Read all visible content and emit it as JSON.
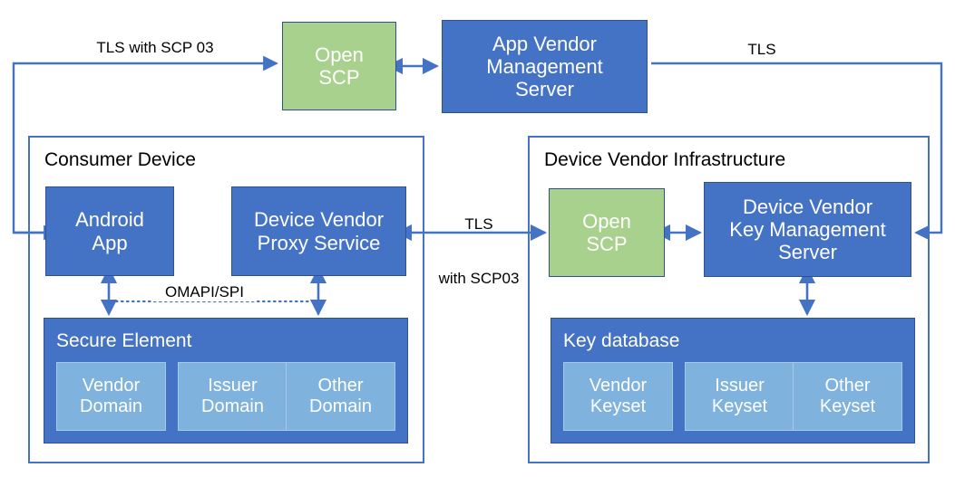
{
  "diagram": {
    "title_hidden": "",
    "accent_blue": "#4472C4",
    "accent_green": "#A9D18E",
    "sub_blue": "#7FB3DE",
    "border_dark": "#2F528F",
    "panels": [
      {
        "name": "consumer-device",
        "label": "Consumer Device"
      },
      {
        "name": "device-vendor-infrastructure",
        "label": "Device Vendor Infrastructure"
      }
    ],
    "boxes": {
      "open_scp_top": "Open\nSCP",
      "open_scp_top_l1": "Open",
      "open_scp_top_l2": "SCP",
      "app_vendor_l1": "App Vendor",
      "app_vendor_l2": "Management",
      "app_vendor_l3": "Server",
      "android_app_l1": "Android",
      "android_app_l2": "App",
      "proxy_service_l1": "Device Vendor",
      "proxy_service_l2": "Proxy Service",
      "open_scp_right_l1": "Open",
      "open_scp_right_l2": "SCP",
      "kms_l1": "Device Vendor",
      "kms_l2": "Key Management",
      "kms_l3": "Server",
      "secure_element": "Secure Element",
      "key_database": "Key database"
    },
    "secure_element_children": [
      {
        "l1": "Vendor",
        "l2": "Domain"
      },
      {
        "l1": "Issuer",
        "l2": "Domain"
      },
      {
        "l1": "Other",
        "l2": "Domain"
      }
    ],
    "key_database_children": [
      {
        "l1": "Vendor",
        "l2": "Keyset"
      },
      {
        "l1": "Issuer",
        "l2": "Keyset"
      },
      {
        "l1": "Other",
        "l2": "Keyset"
      }
    ],
    "edge_labels": {
      "tls_scp03_top": "TLS with SCP 03",
      "tls_right": "TLS",
      "tls_scp03_mid_l1": "TLS",
      "tls_scp03_mid_l2": "with SCP03",
      "omapi_spi": "OMAPI/SPI"
    }
  }
}
